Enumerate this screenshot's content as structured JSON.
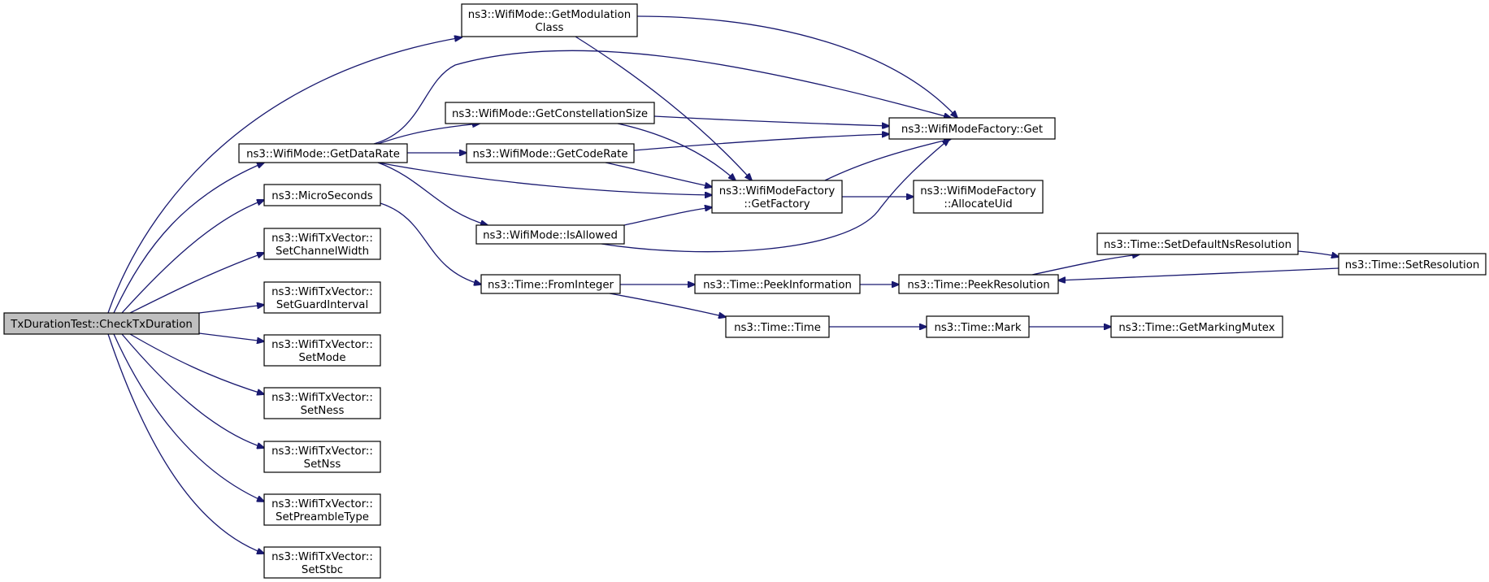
{
  "diagram": {
    "nodes": [
      {
        "id": "root",
        "lines": [
          "TxDurationTest::CheckTxDuration"
        ],
        "root": true
      },
      {
        "id": "getmod",
        "lines": [
          "ns3::WifiMode::GetModulation",
          "Class"
        ]
      },
      {
        "id": "getdatarate",
        "lines": [
          "ns3::WifiMode::GetDataRate"
        ]
      },
      {
        "id": "microsec",
        "lines": [
          "ns3::MicroSeconds"
        ]
      },
      {
        "id": "setchw",
        "lines": [
          "ns3::WifiTxVector::",
          "SetChannelWidth"
        ]
      },
      {
        "id": "setgi",
        "lines": [
          "ns3::WifiTxVector::",
          "SetGuardInterval"
        ]
      },
      {
        "id": "setmode",
        "lines": [
          "ns3::WifiTxVector::",
          "SetMode"
        ]
      },
      {
        "id": "setness",
        "lines": [
          "ns3::WifiTxVector::",
          "SetNess"
        ]
      },
      {
        "id": "setnss",
        "lines": [
          "ns3::WifiTxVector::",
          "SetNss"
        ]
      },
      {
        "id": "setpre",
        "lines": [
          "ns3::WifiTxVector::",
          "SetPreambleType"
        ]
      },
      {
        "id": "setstbc",
        "lines": [
          "ns3::WifiTxVector::",
          "SetStbc"
        ]
      },
      {
        "id": "getconst",
        "lines": [
          "ns3::WifiMode::GetConstellationSize"
        ]
      },
      {
        "id": "getcode",
        "lines": [
          "ns3::WifiMode::GetCodeRate"
        ]
      },
      {
        "id": "isallowed",
        "lines": [
          "ns3::WifiMode::IsAllowed"
        ]
      },
      {
        "id": "fromint",
        "lines": [
          "ns3::Time::FromInteger"
        ]
      },
      {
        "id": "wmfget",
        "lines": [
          "ns3::WifiModeFactory::Get"
        ]
      },
      {
        "id": "wmfgetfac",
        "lines": [
          "ns3::WifiModeFactory",
          "::GetFactory"
        ]
      },
      {
        "id": "wmfalloc",
        "lines": [
          "ns3::WifiModeFactory",
          "::AllocateUid"
        ]
      },
      {
        "id": "peekinfo",
        "lines": [
          "ns3::Time::PeekInformation"
        ]
      },
      {
        "id": "timetime",
        "lines": [
          "ns3::Time::Time"
        ]
      },
      {
        "id": "peekres",
        "lines": [
          "ns3::Time::PeekResolution"
        ]
      },
      {
        "id": "mark",
        "lines": [
          "ns3::Time::Mark"
        ]
      },
      {
        "id": "setdefns",
        "lines": [
          "ns3::Time::SetDefaultNsResolution"
        ]
      },
      {
        "id": "setres",
        "lines": [
          "ns3::Time::SetResolution"
        ]
      },
      {
        "id": "getmutex",
        "lines": [
          "ns3::Time::GetMarkingMutex"
        ]
      }
    ]
  }
}
